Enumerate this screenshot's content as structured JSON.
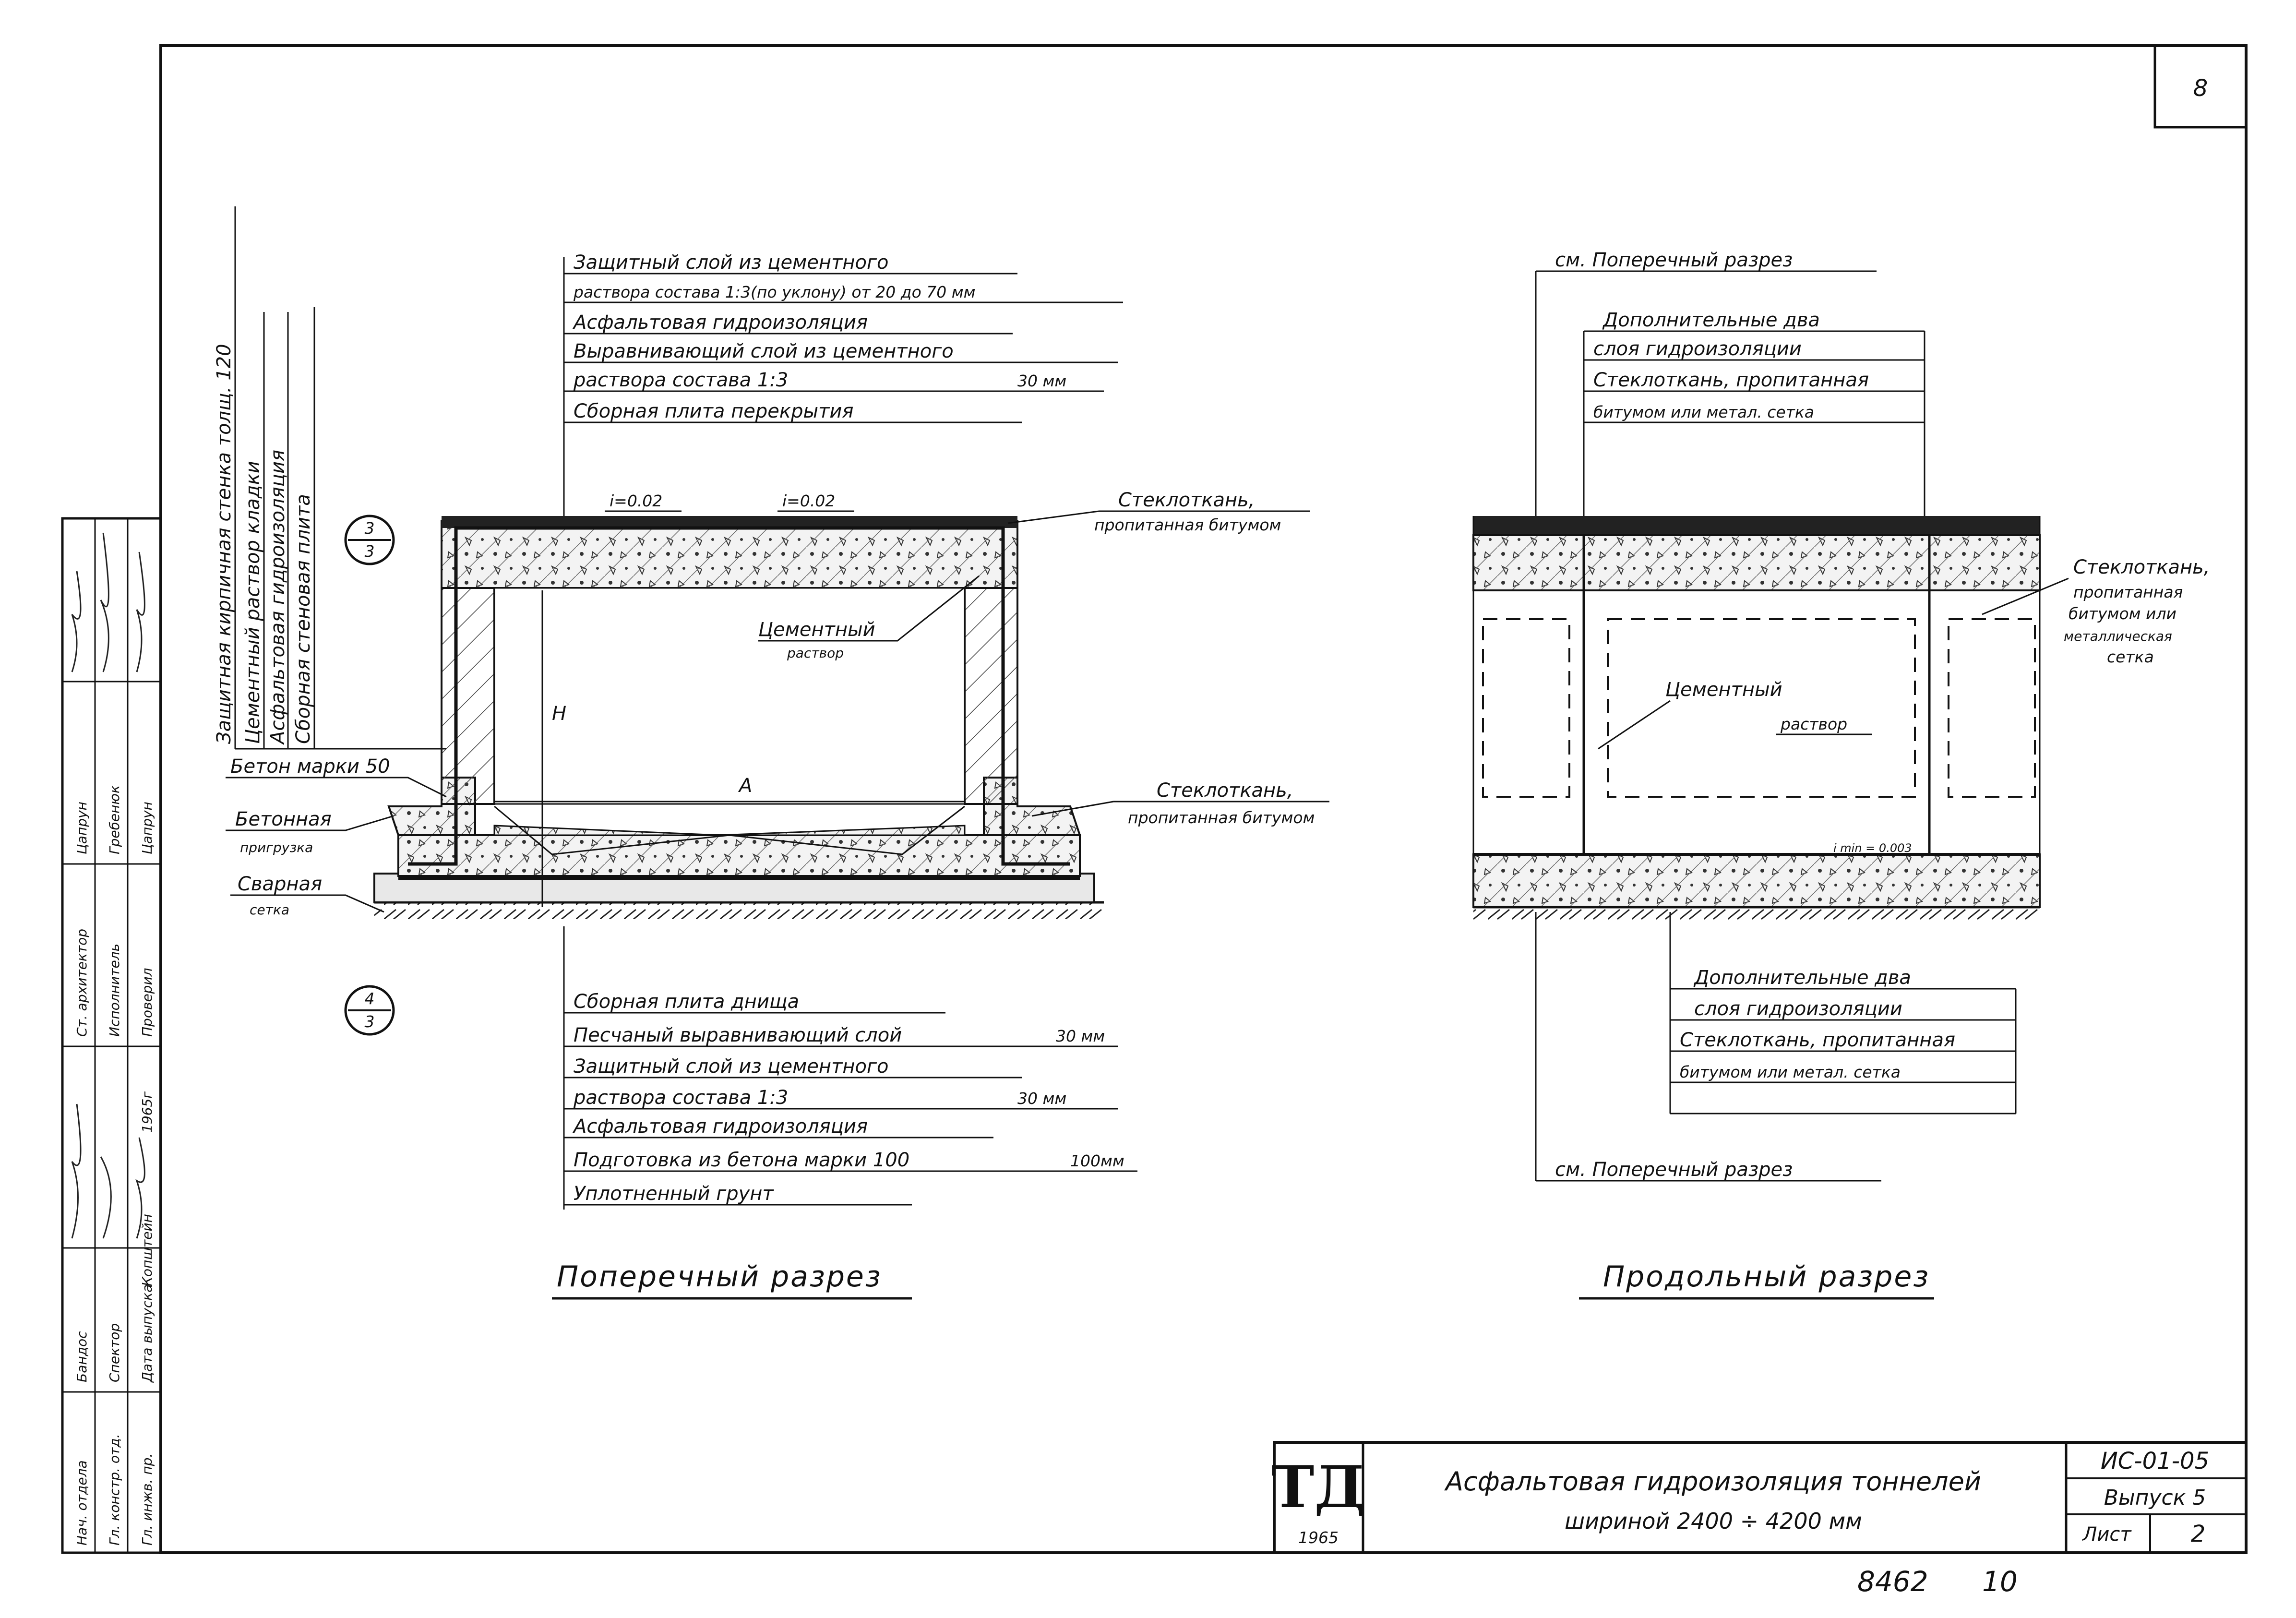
{
  "sheet": {
    "number": "8",
    "archive_number": "8462",
    "archive_suffix": "10"
  },
  "stamp": {
    "roles": [
      "Нач. отдела",
      "Гл. констр. отд.",
      "Гл. инжв. пр.",
      "Дата выпуска"
    ],
    "names": [
      "Бандос",
      "Спектор",
      "Копштейн",
      ""
    ],
    "year": "1965г",
    "roles2": [
      "Ст. архитектор",
      "Исполнитель",
      "Проверил"
    ],
    "names2": [
      "Цапрун",
      "Гребенюк",
      "Цапрун"
    ]
  },
  "left_section": {
    "title": "Поперечный разрез",
    "top_callouts": [
      "Защитный слой из цементного",
      "раствора состава 1:3(по уклону) от 20 до 70 мм",
      "Асфальтовая гидроизоляция",
      "Выравнивающий слой из цементного",
      "раствора  состава  1:3",
      "Сборная  плита  перекрытия"
    ],
    "top_callout_thickness": "30 мм",
    "wall_callouts": [
      "Защитная кирпичная стенка толщ. 120",
      "Цементный раствор кладки",
      "Асфальтовая гидроизоляция",
      "Сборная стеновая плита"
    ],
    "slope_left": "i=0.02",
    "slope_right": "i=0.02",
    "height_label": "H",
    "width_label": "A",
    "marker_top": {
      "num": "3",
      "den": "3"
    },
    "marker_bottom": {
      "num": "4",
      "den": "3"
    },
    "label_fabric_top": "Стеклоткань,",
    "label_fabric_top2": "пропитанная битумом",
    "label_cement": "Цементный",
    "label_cement2": "раствор",
    "label_concrete": "Бетон марки 50",
    "label_ballast": "Бетонная",
    "label_ballast2": "пригрузка",
    "label_mesh": "Сварная",
    "label_mesh2": "сетка",
    "label_fabric_bottom": "Стеклоткань,",
    "label_fabric_bottom2": "пропитанная битумом",
    "bottom_callouts": [
      "Сборная плита днища",
      "Песчаный выравнивающий слой",
      "Защитный слой из цементного",
      "раствора  состава  1:3",
      "Асфальтовая гидроизоляция",
      "Подготовка из бетона  марки 100",
      "Уплотненный  грунт"
    ],
    "bottom_thickness": [
      "",
      "30 мм",
      "",
      "30 мм",
      "",
      "100мм",
      ""
    ]
  },
  "right_section": {
    "title": "Продольный разрез",
    "top_ref": "см. Поперечный разрез",
    "top_callouts": [
      "Дополнительные два",
      "слоя  гидроизоляции",
      "Стеклоткань, пропитанная",
      "битумом или метал. сетка"
    ],
    "right_note": [
      "Стеклоткань,",
      "пропитанная",
      "битумом или",
      "металлическая",
      "сетка"
    ],
    "label_cement": "Цементный",
    "label_cement2": "раствор",
    "slope": "i min = 0.003",
    "bottom_callouts": [
      "Дополнительные два",
      "слоя  гидроизоляции",
      "Стеклоткань, пропитанная",
      "битумом или метал. сетка"
    ],
    "bottom_ref": "см. Поперечный разрез"
  },
  "title_block": {
    "logo": "ТД",
    "logo_year": "1965",
    "title_line1": "Асфальтовая гидроизоляция тоннелей",
    "title_line2": "шириной 2400 ÷ 4200 мм",
    "code": "ИС-01-05",
    "issue": "Выпуск 5",
    "sheet_label": "Лист",
    "sheet_num": "2"
  }
}
